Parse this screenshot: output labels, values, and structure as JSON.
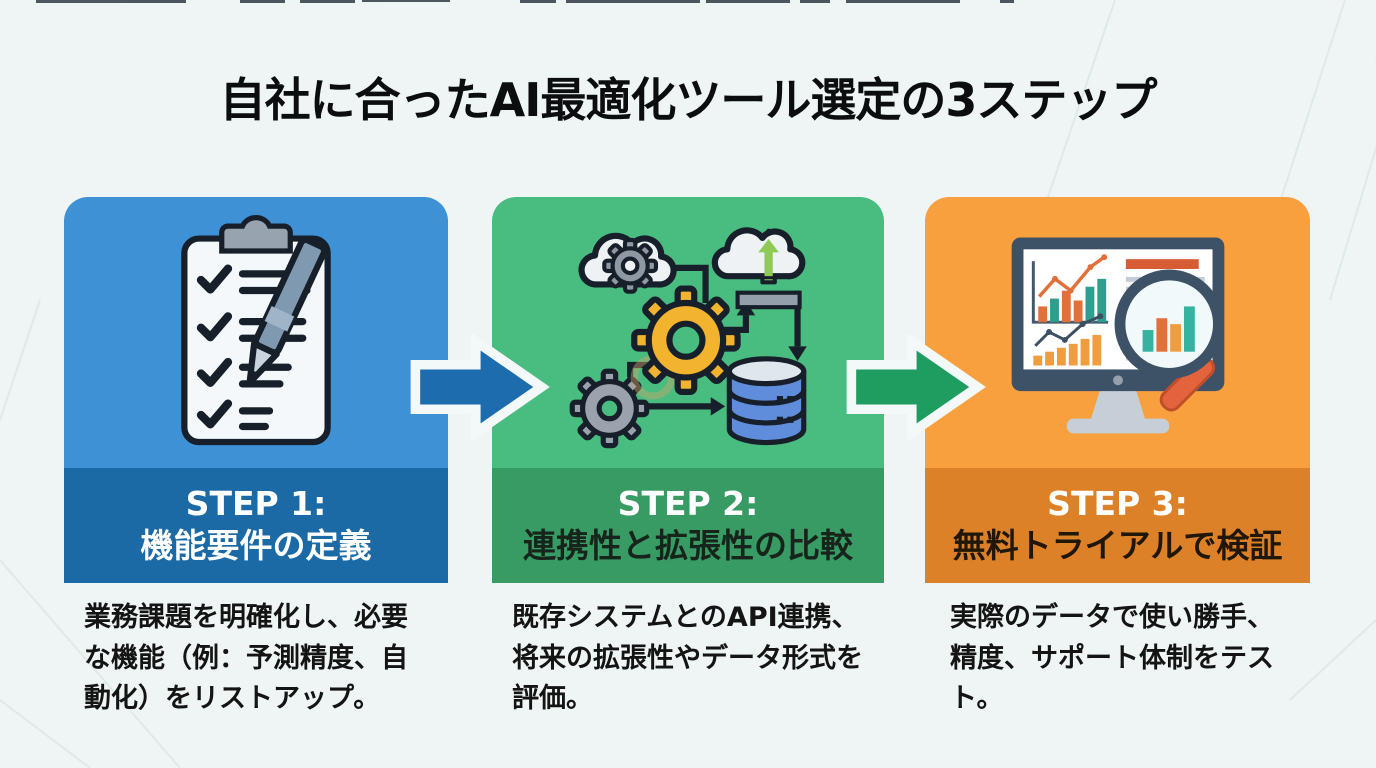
{
  "title": "自社に合ったAI最適化ツール選定の3ステップ",
  "background_color": "#eef5f4",
  "steps": [
    {
      "label": "STEP 1:",
      "heading": "機能要件の定義",
      "description": "業務課題を明確化し、必要な機能（例：予測精度、自動化）をリストアップ。",
      "icon": "clipboard-checklist-pen-icon",
      "body_color": "#3d91d4",
      "band_color": "#1b6aa5",
      "heading_color": "#ffffff"
    },
    {
      "label": "STEP 2:",
      "heading": "連携性と拡張性の比較",
      "description": "既存システムとのAPI連携、将来の拡張性やデータ形式を評価。",
      "icon": "gears-cloud-database-icon",
      "body_color": "#49bd80",
      "band_color": "#379b63",
      "heading_color": "#17241c"
    },
    {
      "label": "STEP 3:",
      "heading": "無料トライアルで検証",
      "description": "実際のデータで使い勝手、精度、サポート体制をテスト。",
      "icon": "monitor-analytics-magnifier-icon",
      "body_color": "#f7a03d",
      "band_color": "#dd8128",
      "heading_color": "#201708"
    }
  ],
  "arrows": [
    {
      "name": "arrow-step1-to-step2",
      "color": "#1d6cae"
    },
    {
      "name": "arrow-step2-to-step3",
      "color": "#1f9c60"
    }
  ]
}
